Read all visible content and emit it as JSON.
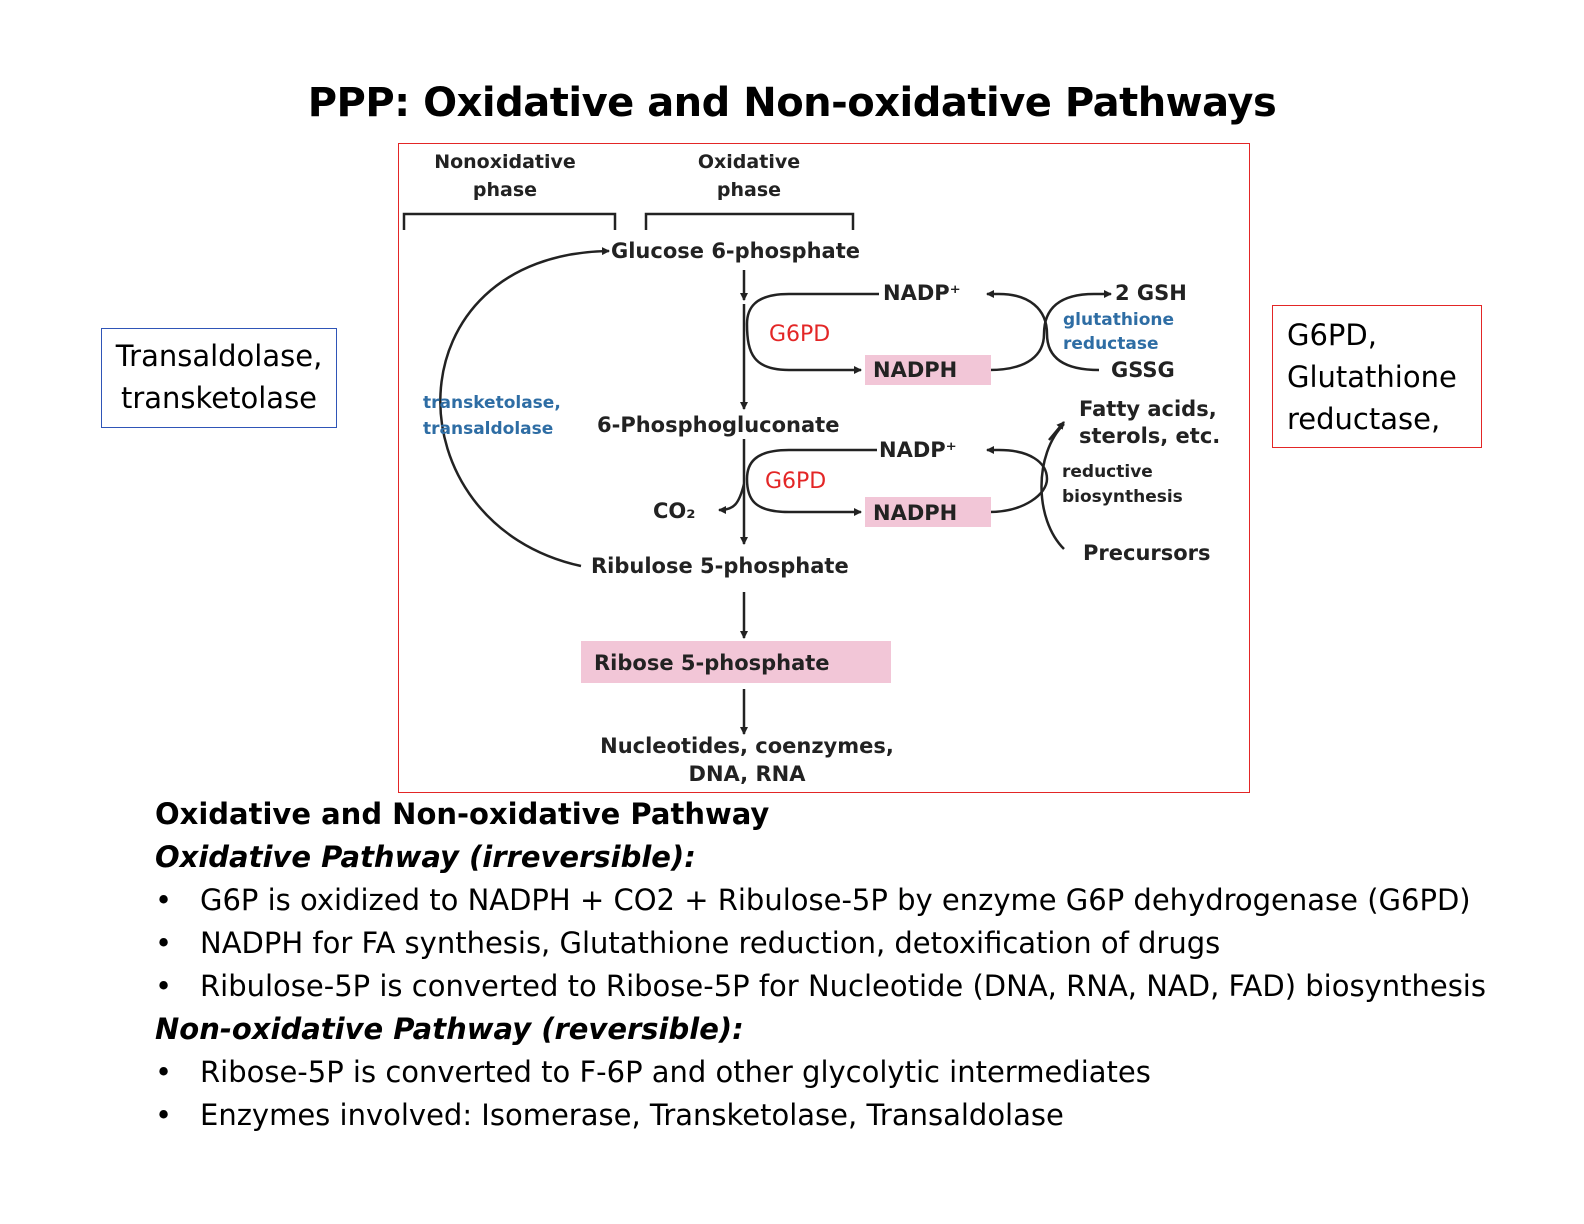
{
  "title": "PPP: Oxidative and Non-oxidative Pathways",
  "diagram": {
    "phase_nonoxidative": [
      "Nonoxidative",
      "phase"
    ],
    "phase_oxidative": [
      "Oxidative",
      "phase"
    ],
    "glucose6p": "Glucose 6-phosphate",
    "nadp_plus_1": "NADP⁺",
    "nadph_1": "NADPH",
    "g6pd_1": "G6PD",
    "two_gsh": "2 GSH",
    "glutathione_reductase": [
      "glutathione",
      "reductase"
    ],
    "gssg": "GSSG",
    "transketolase_transaldolase": [
      "transketolase,",
      "transaldolase"
    ],
    "phosphogluconate": "6-Phosphogluconate",
    "fatty_acids": [
      "Fatty acids,",
      "sterols, etc."
    ],
    "nadp_plus_2": "NADP⁺",
    "g6pd_2": "G6PD",
    "reductive_biosynthesis": [
      "reductive",
      "biosynthesis"
    ],
    "co2": "CO₂",
    "nadph_2": "NADPH",
    "precursors": "Precursors",
    "ribulose5p": "Ribulose 5-phosphate",
    "ribose5p": "Ribose 5-phosphate",
    "nucleotides": [
      "Nucleotides, coenzymes,",
      "DNA, RNA"
    ],
    "colors": {
      "border": "#e32626",
      "enzyme_blue": "#2e6da4",
      "g6pd_red": "#e32626",
      "highlight_pink": "#f2c6d7"
    }
  },
  "callout_left": [
    "Transaldolase,",
    "transketolase"
  ],
  "callout_right": [
    "G6PD,",
    "Glutathione",
    "reductase,"
  ],
  "notes": {
    "heading": "Oxidative and Non-oxidative Pathway",
    "oxidative_heading": "Oxidative Pathway (irreversible):",
    "oxidative_bullets": [
      "G6P is oxidized to NADPH + CO2 + Ribulose-5P by enzyme G6P dehydrogenase (G6PD)",
      "NADPH for FA synthesis, Glutathione reduction, detoxification of drugs",
      "Ribulose-5P is converted to Ribose-5P for Nucleotide (DNA, RNA, NAD, FAD) biosynthesis"
    ],
    "nonoxidative_heading": "Non-oxidative Pathway (reversible):",
    "nonoxidative_bullets": [
      "Ribose-5P is converted to F-6P and other glycolytic intermediates",
      "Enzymes involved: Isomerase, Transketolase, Transaldolase"
    ],
    "bullet_symbol": "•"
  }
}
